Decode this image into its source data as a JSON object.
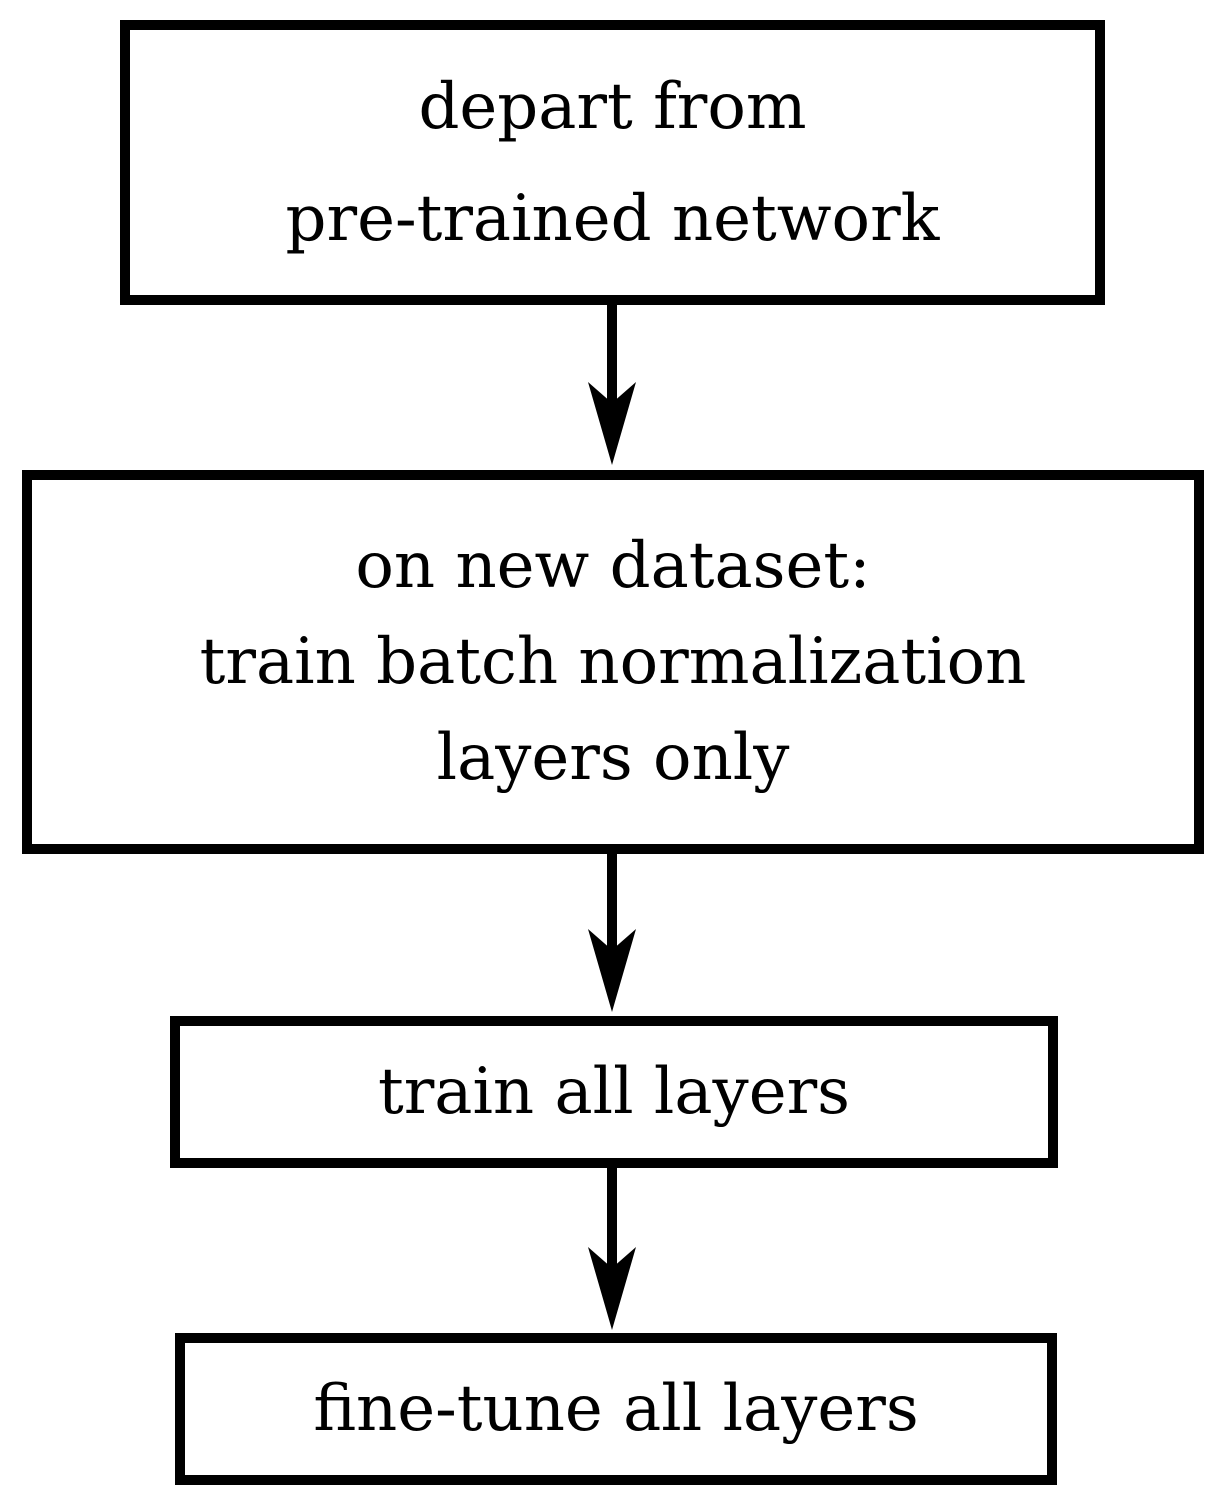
{
  "diagram": {
    "nodes": [
      {
        "id": "n1",
        "lines": [
          "depart from",
          "pre-trained network"
        ]
      },
      {
        "id": "n2",
        "lines": [
          "on new dataset:",
          "train batch normalization",
          "layers only"
        ]
      },
      {
        "id": "n3",
        "lines": [
          "train all layers"
        ]
      },
      {
        "id": "n4",
        "lines": [
          "fine-tune all layers"
        ]
      }
    ],
    "edges": [
      {
        "from": "n1",
        "to": "n2"
      },
      {
        "from": "n2",
        "to": "n3"
      },
      {
        "from": "n3",
        "to": "n4"
      }
    ],
    "stroke_color": "#000000"
  }
}
